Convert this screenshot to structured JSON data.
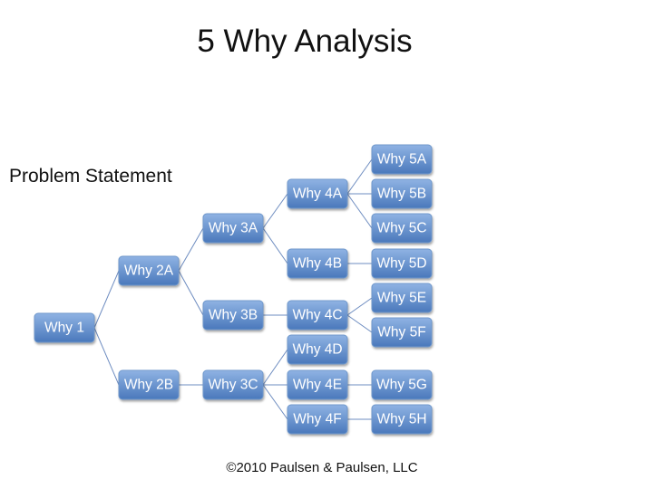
{
  "title": "5 Why Analysis",
  "problem_statement": "Problem Statement",
  "footer": "©2010 Paulsen & Paulsen, LLC",
  "colors": {
    "node_top": "#8fb3e3",
    "node_bottom": "#4a78bb",
    "edge": "#6d8cc0"
  },
  "nodes": [
    {
      "id": "why1",
      "label": "Why 1"
    },
    {
      "id": "why2a",
      "label": "Why 2A"
    },
    {
      "id": "why2b",
      "label": "Why 2B"
    },
    {
      "id": "why3a",
      "label": "Why 3A"
    },
    {
      "id": "why3b",
      "label": "Why 3B"
    },
    {
      "id": "why3c",
      "label": "Why 3C"
    },
    {
      "id": "why4a",
      "label": "Why 4A"
    },
    {
      "id": "why4b",
      "label": "Why 4B"
    },
    {
      "id": "why4c",
      "label": "Why 4C"
    },
    {
      "id": "why4d",
      "label": "Why 4D"
    },
    {
      "id": "why4e",
      "label": "Why 4E"
    },
    {
      "id": "why4f",
      "label": "Why 4F"
    },
    {
      "id": "why5a",
      "label": "Why 5A"
    },
    {
      "id": "why5b",
      "label": "Why 5B"
    },
    {
      "id": "why5c",
      "label": "Why 5C"
    },
    {
      "id": "why5d",
      "label": "Why 5D"
    },
    {
      "id": "why5e",
      "label": "Why 5E"
    },
    {
      "id": "why5f",
      "label": "Why 5F"
    },
    {
      "id": "why5g",
      "label": "Why 5G"
    },
    {
      "id": "why5h",
      "label": "Why 5H"
    }
  ],
  "edges": [
    [
      "why1",
      "why2a"
    ],
    [
      "why1",
      "why2b"
    ],
    [
      "why2a",
      "why3a"
    ],
    [
      "why2a",
      "why3b"
    ],
    [
      "why2b",
      "why3c"
    ],
    [
      "why3a",
      "why4a"
    ],
    [
      "why3a",
      "why4b"
    ],
    [
      "why3b",
      "why4c"
    ],
    [
      "why3c",
      "why4d"
    ],
    [
      "why3c",
      "why4e"
    ],
    [
      "why3c",
      "why4f"
    ],
    [
      "why4a",
      "why5a"
    ],
    [
      "why4a",
      "why5b"
    ],
    [
      "why4a",
      "why5c"
    ],
    [
      "why4b",
      "why5d"
    ],
    [
      "why4c",
      "why5e"
    ],
    [
      "why4c",
      "why5f"
    ],
    [
      "why4e",
      "why5g"
    ],
    [
      "why4f",
      "why5h"
    ]
  ]
}
